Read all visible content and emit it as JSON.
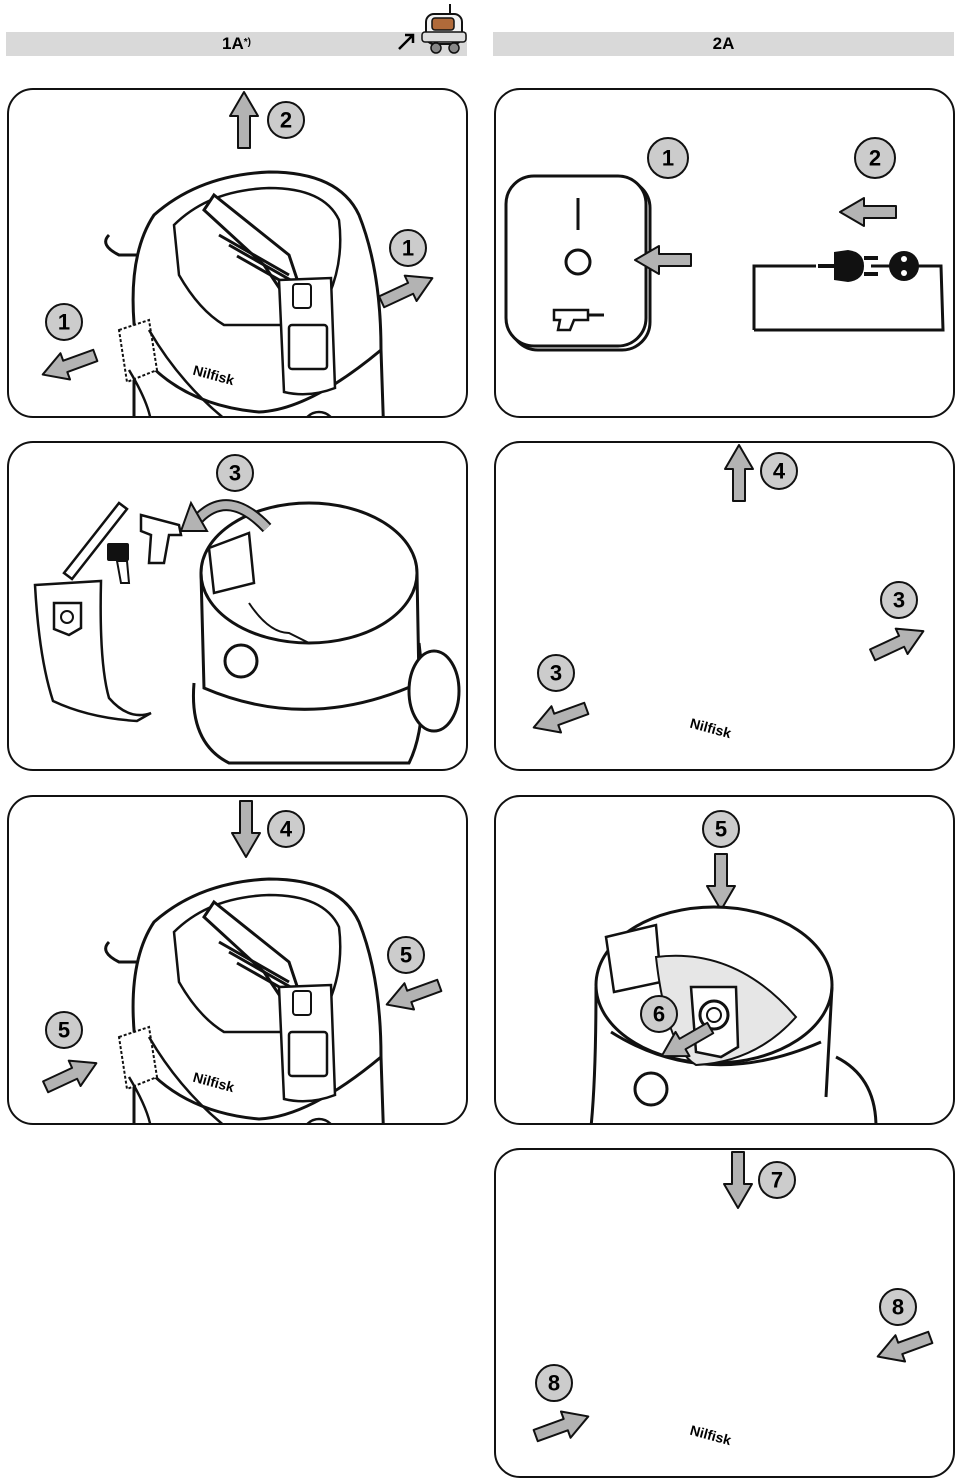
{
  "header_left": {
    "label": "1A",
    "superscript": "*)"
  },
  "header_right": {
    "label": "2A"
  },
  "brand_text": "Nilfisk",
  "switch_symbols": {
    "on": "I",
    "off": "O"
  },
  "panels": {
    "p1": {
      "steps": [
        "2",
        "1",
        "1"
      ]
    },
    "p2": {
      "steps": [
        "1",
        "2"
      ]
    },
    "p3": {
      "steps": [
        "3"
      ]
    },
    "p4": {
      "steps": [
        "4",
        "3",
        "3"
      ]
    },
    "p5": {
      "steps": [
        "4",
        "5",
        "5"
      ]
    },
    "p6": {
      "steps": [
        "5",
        "6"
      ]
    },
    "p7": {
      "steps": [
        "7",
        "8",
        "8"
      ]
    }
  },
  "colors": {
    "header_bg": "#d9d9d9",
    "arrow_fill": "#b3b3b3",
    "stroke": "#111111",
    "bag_fill": "#e6e6e6"
  },
  "icons": [
    "vacuum-thumbnail-icon",
    "power-switch-icon",
    "power-tool-icon",
    "power-plug-icon",
    "warning-icon"
  ]
}
